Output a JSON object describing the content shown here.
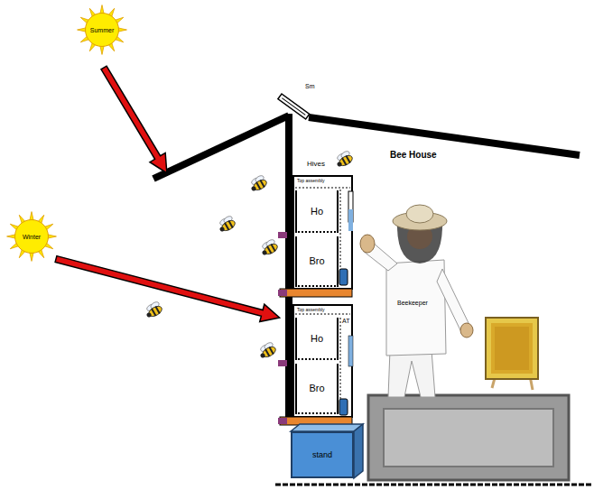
{
  "diagram": {
    "nodes": [
      {
        "text": [
          "Summer"
        ]
      },
      {
        "text": [
          "Winter"
        ]
      },
      {
        "text": [
          "Ho"
        ]
      },
      {
        "text": [
          "Bro"
        ]
      },
      {
        "text": [
          "Ho"
        ]
      },
      {
        "text": [
          "Bro"
        ]
      },
      {
        "text": [
          "stand"
        ]
      }
    ],
    "labels": [
      "Sm",
      "Bee House",
      "Hives",
      "Top assembly",
      "Top assembly",
      "AT",
      "Beekeeper"
    ]
  }
}
